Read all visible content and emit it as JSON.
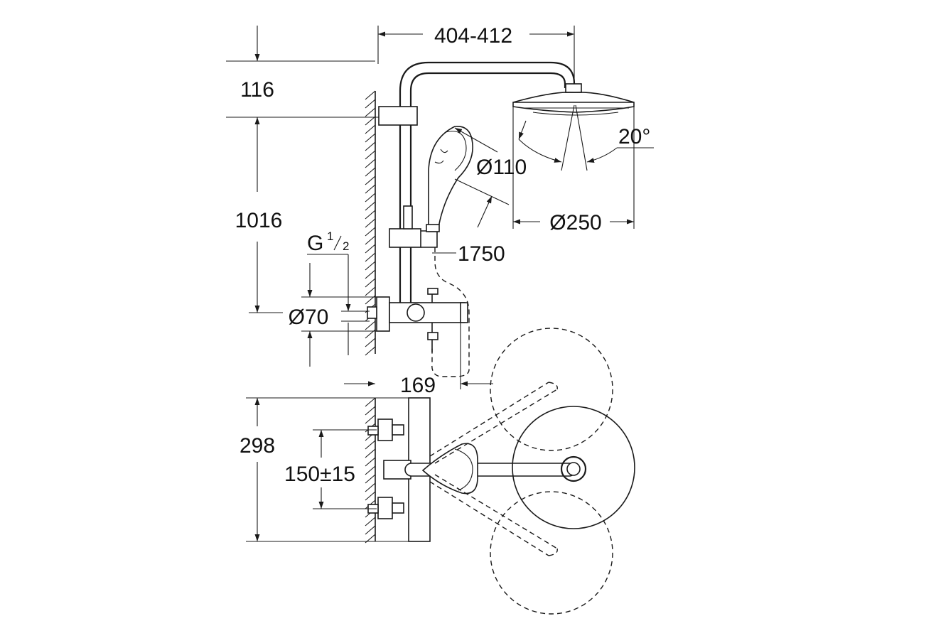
{
  "dimensions": {
    "rail_top_width": "404-412",
    "top_offset": "116",
    "rail_height": "1016",
    "inlet_thread": "G",
    "inlet_thread_num": "1",
    "inlet_thread_den": "2",
    "rosette_diameter": "Ø70",
    "hose_length": "1750",
    "hand_shower_diameter": "Ø110",
    "head_shower_diameter": "Ø250",
    "spray_angle": "20°",
    "wall_to_spout": "169",
    "plan_depth": "298",
    "inlet_spacing": "150±15"
  },
  "colors": {
    "line": "#1a1a1a",
    "background": "#ffffff"
  }
}
